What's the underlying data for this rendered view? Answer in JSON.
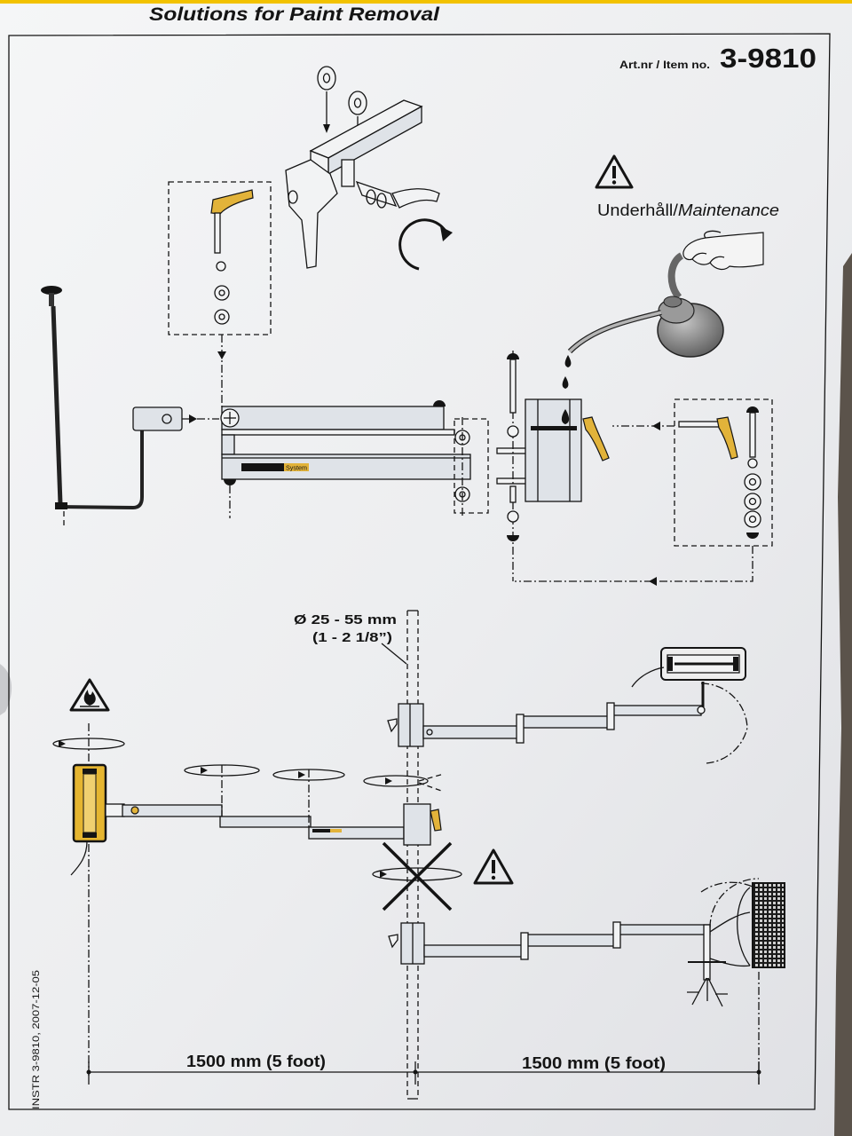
{
  "header": {
    "title": "Solutions for Paint Removal",
    "item_label": "Art.nr / Item no.",
    "item_number": "3-9810"
  },
  "maintenance": {
    "label_sv": "Underhåll/",
    "label_en": "Maintenance",
    "icon": "warning-icon"
  },
  "arm_label": "System",
  "pipe_range": {
    "metric": "Ø 25 - 55 mm",
    "imperial": "(1 - 2 1/8”)"
  },
  "reach": {
    "left": "1500 mm (5 foot)",
    "right": "1500 mm (5 foot)"
  },
  "footer": {
    "doc_ref": "INSTR 3-9810, 2007-12-05"
  },
  "icons": [
    "warning-icon",
    "fire-hazard-icon",
    "rotation-arrow-icon",
    "prohibited-x-icon",
    "oil-can-icon"
  ],
  "colors": {
    "paper": "#ecedef",
    "ink": "#141414",
    "accent_yellow": "#e2b33a",
    "arm_fill": "#dfe3e8"
  }
}
